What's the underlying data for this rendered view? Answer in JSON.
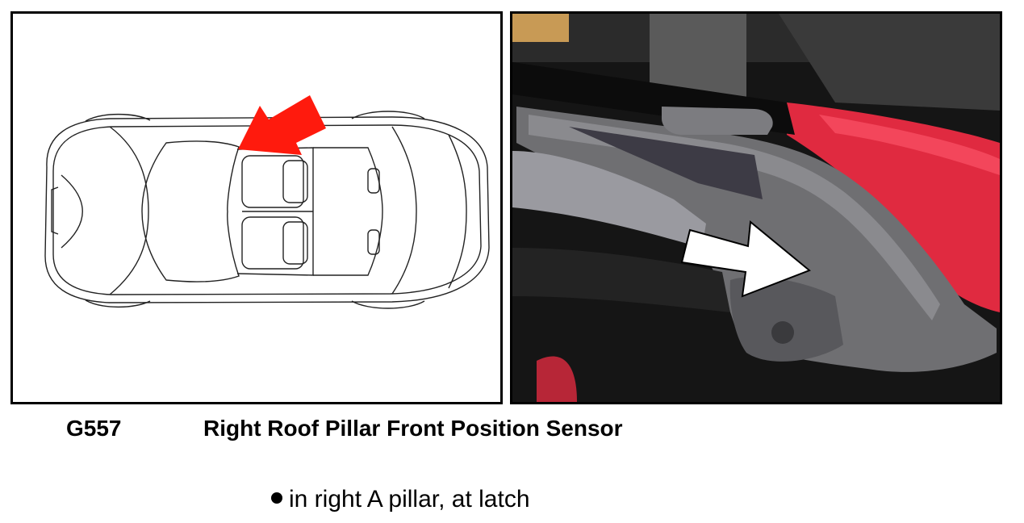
{
  "component": {
    "code": "G557",
    "name": "Right Roof Pillar Front Position Sensor"
  },
  "location": {
    "bullets": [
      "in right A pillar, at latch"
    ]
  },
  "icons": {
    "bullet": "bullet-dot-icon",
    "diagram_arrow": "red-arrow-icon",
    "photo_arrow": "white-arrow-icon"
  },
  "colors": {
    "diagram_arrow": "#ff1a0d",
    "photo_arrow": "#ffffff",
    "car_body_photo": "#e02a40"
  }
}
